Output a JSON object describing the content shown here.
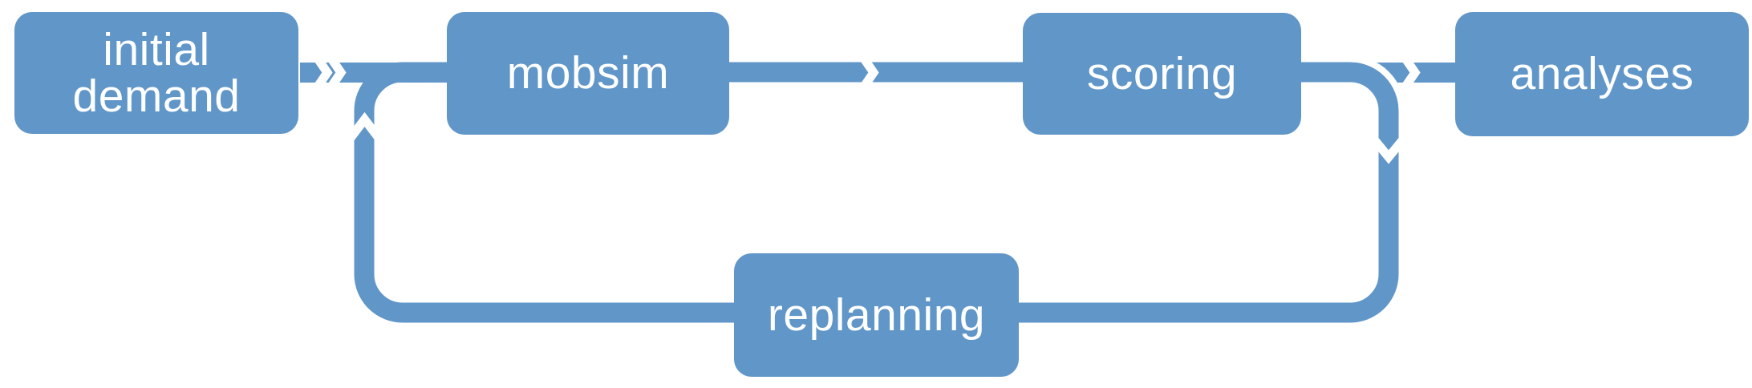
{
  "diagram": {
    "type": "flowchart-loop",
    "nodes": [
      {
        "id": "initial-demand",
        "label": "initial demand"
      },
      {
        "id": "mobsim",
        "label": "mobsim"
      },
      {
        "id": "scoring",
        "label": "scoring"
      },
      {
        "id": "analyses",
        "label": "analyses"
      },
      {
        "id": "replanning",
        "label": "replanning"
      }
    ],
    "edges": [
      {
        "from": "initial-demand",
        "to": "mobsim",
        "style": "double-chevron-right"
      },
      {
        "from": "mobsim",
        "to": "scoring",
        "style": "chevron-right"
      },
      {
        "from": "scoring",
        "to": "analyses",
        "style": "chevron-right"
      },
      {
        "from": "scoring",
        "to": "replanning",
        "style": "chevron-down-loop"
      },
      {
        "from": "replanning",
        "to": "mobsim",
        "style": "chevron-up-loop"
      }
    ],
    "colors": {
      "node_fill": "#6096C8",
      "connector": "#6096C8",
      "label_text": "#FFFFFF",
      "background": "#FFFFFF"
    }
  }
}
